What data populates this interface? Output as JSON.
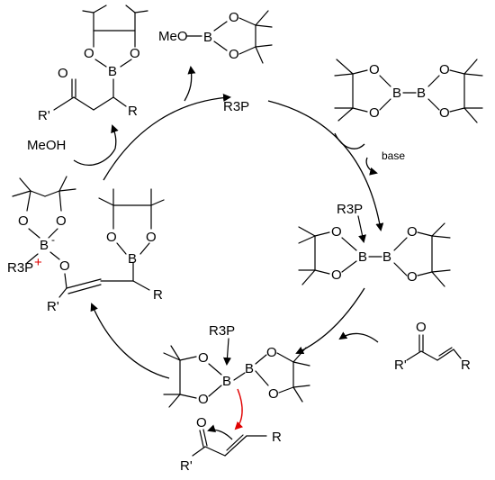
{
  "colors": {
    "ink": "#000000",
    "accent": "#e00000"
  },
  "catalyst": {
    "phosphine": "R3P"
  },
  "atoms": {
    "B": "B",
    "O": "O",
    "R": "R",
    "Rprime": "R'",
    "P": "P"
  },
  "charges": {
    "plus": "+",
    "minus": "-"
  },
  "byproduct": {
    "label": "MeO"
  },
  "reagents": {
    "methanol": "MeOH",
    "base": "base"
  }
}
